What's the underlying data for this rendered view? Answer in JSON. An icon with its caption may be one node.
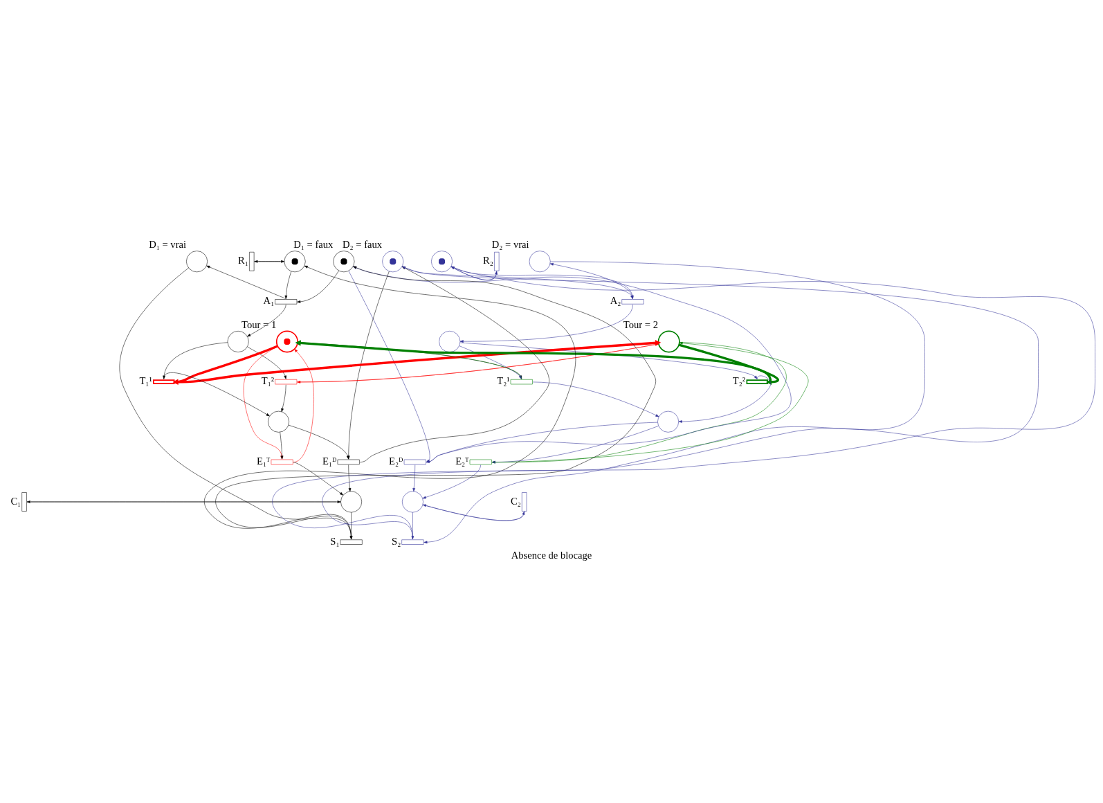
{
  "diagram": {
    "caption": "Absence de blocage",
    "nodes": [
      {
        "text": [],
        "shape": "marked-circle"
      },
      {
        "text": [],
        "shape": "bar",
        "beside": [
          "R₁"
        ]
      },
      {
        "text": [],
        "shape": "circle",
        "beside": [
          "D₁ = vrai"
        ]
      },
      {
        "text": [],
        "shape": "marked-circle",
        "beside": [
          "D₁ = faux"
        ]
      },
      {
        "text": [],
        "shape": "marked-circle",
        "beside": [
          "D₂ = faux"
        ]
      },
      {
        "text": [],
        "shape": "circle",
        "beside": [
          "D₂ = vrai"
        ]
      },
      {
        "text": [],
        "shape": "marked-circle"
      },
      {
        "text": [],
        "shape": "bar",
        "beside": [
          "R₂"
        ]
      },
      {
        "text": [],
        "shape": "bar",
        "beside": [
          "A₁"
        ]
      },
      {
        "text": [],
        "shape": "bar",
        "beside": [
          "A₂"
        ]
      },
      {
        "text": [],
        "shape": "circle"
      },
      {
        "text": [],
        "shape": "marked-circle",
        "beside": [
          "Tour = 1"
        ]
      },
      {
        "text": [],
        "shape": "circle",
        "beside": [
          "Tour = 2"
        ]
      },
      {
        "text": [],
        "shape": "circle"
      },
      {
        "text": [],
        "shape": "bar",
        "beside": [
          "T₁¹"
        ]
      },
      {
        "text": [],
        "shape": "bar",
        "beside": [
          "T₁²"
        ]
      },
      {
        "text": [],
        "shape": "bar",
        "beside": [
          "T₂¹"
        ]
      },
      {
        "text": [],
        "shape": "bar",
        "beside": [
          "T₂²"
        ]
      },
      {
        "text": [],
        "shape": "circle"
      },
      {
        "text": [],
        "shape": "circle"
      },
      {
        "text": [],
        "shape": "bar",
        "beside": [
          "E₁ᵀ"
        ]
      },
      {
        "text": [],
        "shape": "bar",
        "beside": [
          "E₁ᴰ"
        ]
      },
      {
        "text": [],
        "shape": "bar",
        "beside": [
          "E₂ᴰ"
        ]
      },
      {
        "text": [],
        "shape": "bar",
        "beside": [
          "E₂ᵀ"
        ]
      },
      {
        "text": [],
        "shape": "bar",
        "beside": [
          "C₁"
        ]
      },
      {
        "text": [],
        "shape": "circle"
      },
      {
        "text": [],
        "shape": "circle"
      },
      {
        "text": [],
        "shape": "bar",
        "beside": [
          "C₂"
        ]
      },
      {
        "text": [],
        "shape": "bar",
        "beside": [
          "S₁"
        ]
      },
      {
        "text": [],
        "shape": "bar",
        "beside": [
          "S₂"
        ]
      }
    ],
    "edges": [
      {
        "from": 28,
        "to": 0,
        "arrow": "to"
      },
      {
        "from": 0,
        "to": 1,
        "arrow": "to"
      },
      {
        "from": 1,
        "to": 0,
        "arrow": "to"
      },
      {
        "from": 0,
        "to": 8,
        "arrow": "to"
      },
      {
        "from": 3,
        "to": 8,
        "arrow": "to"
      },
      {
        "from": 8,
        "to": 2,
        "arrow": "to"
      },
      {
        "from": 8,
        "to": 10,
        "arrow": "to"
      },
      {
        "from": 10,
        "to": 14,
        "arrow": "to"
      },
      {
        "from": 10,
        "to": 15,
        "arrow": "to"
      },
      {
        "from": 11,
        "to": 14,
        "arrow": "to",
        "style": "thick",
        "color": "#ff0000"
      },
      {
        "from": 14,
        "to": 12,
        "arrow": "to",
        "style": "thick",
        "color": "#ff0000"
      },
      {
        "from": 11,
        "to": 20,
        "arrow": "to",
        "color": "#ff0000"
      },
      {
        "from": 20,
        "to": 11,
        "arrow": "to",
        "color": "#ff0000"
      },
      {
        "from": 12,
        "to": 15,
        "arrow": "to",
        "color": "#ff0000"
      },
      {
        "from": 15,
        "to": 12,
        "arrow": "to",
        "color": "#ff0000"
      },
      {
        "from": 14,
        "to": 18,
        "arrow": "to"
      },
      {
        "from": 15,
        "to": 18,
        "arrow": "to"
      },
      {
        "from": 18,
        "to": 20,
        "arrow": "to"
      },
      {
        "from": 18,
        "to": 21,
        "arrow": "to"
      },
      {
        "from": 4,
        "to": 21,
        "arrow": "to"
      },
      {
        "from": 21,
        "to": 4,
        "arrow": "to"
      },
      {
        "from": 11,
        "to": 16,
        "arrow": "to"
      },
      {
        "from": 16,
        "to": 11,
        "arrow": "to",
        "color": "#008000"
      },
      {
        "from": 20,
        "to": 25,
        "arrow": "to"
      },
      {
        "from": 21,
        "to": 25,
        "arrow": "to"
      },
      {
        "from": 24,
        "to": 25,
        "arrow": "to"
      },
      {
        "from": 25,
        "to": 24,
        "arrow": "to"
      },
      {
        "from": 25,
        "to": 28,
        "arrow": "to"
      },
      {
        "from": 28,
        "to": 3,
        "arrow": "to"
      },
      {
        "from": 2,
        "to": 28,
        "arrow": "to"
      },
      {
        "from": 29,
        "to": 6,
        "arrow": "to",
        "color": "#333399"
      },
      {
        "from": 6,
        "to": 7,
        "arrow": "to",
        "color": "#333399"
      },
      {
        "from": 7,
        "to": 6,
        "arrow": "to",
        "color": "#333399"
      },
      {
        "from": 6,
        "to": 9,
        "arrow": "to",
        "color": "#333399"
      },
      {
        "from": 4,
        "to": 9,
        "arrow": "to",
        "color": "#333399"
      },
      {
        "from": 9,
        "to": 5,
        "arrow": "to",
        "color": "#333399"
      },
      {
        "from": 9,
        "to": 13,
        "arrow": "to",
        "color": "#333399"
      },
      {
        "from": 13,
        "to": 16,
        "arrow": "to",
        "color": "#333399"
      },
      {
        "from": 13,
        "to": 17,
        "arrow": "to",
        "color": "#333399"
      },
      {
        "from": 12,
        "to": 17,
        "arrow": "to",
        "style": "thick",
        "color": "#008000"
      },
      {
        "from": 17,
        "to": 11,
        "arrow": "to",
        "style": "thick",
        "color": "#008000"
      },
      {
        "from": 12,
        "to": 23,
        "arrow": "to",
        "color": "#008000"
      },
      {
        "from": 23,
        "to": 12,
        "arrow": "to",
        "color": "#008000"
      },
      {
        "from": 16,
        "to": 19,
        "arrow": "to",
        "color": "#333399"
      },
      {
        "from": 17,
        "to": 19,
        "arrow": "to",
        "color": "#333399"
      },
      {
        "from": 19,
        "to": 22,
        "arrow": "to",
        "color": "#333399"
      },
      {
        "from": 19,
        "to": 23,
        "arrow": "to",
        "color": "#333399"
      },
      {
        "from": 3,
        "to": 22,
        "arrow": "to",
        "color": "#333399"
      },
      {
        "from": 22,
        "to": 3,
        "arrow": "to",
        "color": "#333399"
      },
      {
        "from": 22,
        "to": 26,
        "arrow": "to",
        "color": "#333399"
      },
      {
        "from": 23,
        "to": 26,
        "arrow": "to",
        "color": "#333399"
      },
      {
        "from": 27,
        "to": 26,
        "arrow": "to",
        "color": "#333399"
      },
      {
        "from": 26,
        "to": 27,
        "arrow": "to",
        "color": "#333399"
      },
      {
        "from": 26,
        "to": 29,
        "arrow": "to",
        "color": "#333399"
      },
      {
        "from": 29,
        "to": 4,
        "arrow": "to",
        "color": "#333399"
      },
      {
        "from": 5,
        "to": 29,
        "arrow": "to",
        "color": "#333399"
      }
    ]
  }
}
